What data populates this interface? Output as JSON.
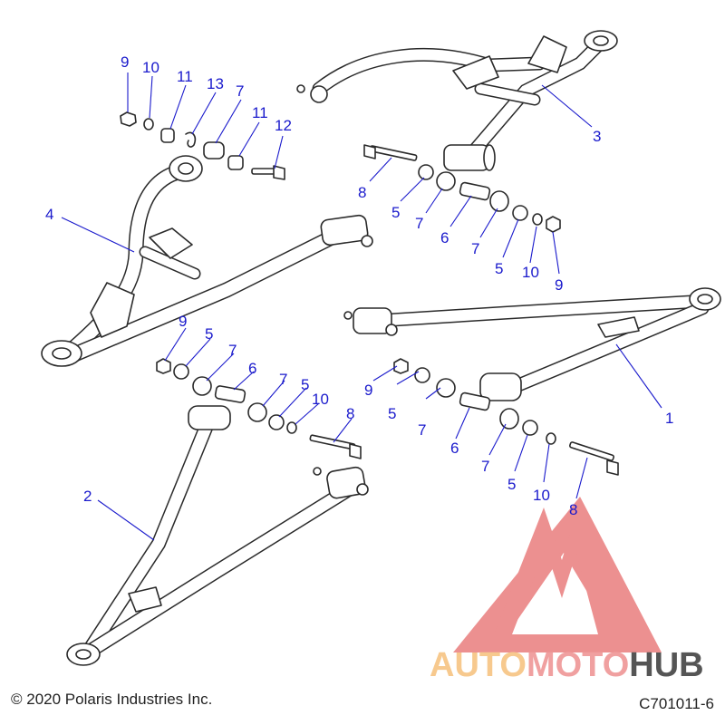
{
  "diagram": {
    "callouts": [
      {
        "id": "c-9a",
        "label": "9"
      },
      {
        "id": "c-10a",
        "label": "10"
      },
      {
        "id": "c-11a",
        "label": "11"
      },
      {
        "id": "c-13",
        "label": "13"
      },
      {
        "id": "c-7a",
        "label": "7"
      },
      {
        "id": "c-11b",
        "label": "11"
      },
      {
        "id": "c-12",
        "label": "12"
      },
      {
        "id": "c-3",
        "label": "3"
      },
      {
        "id": "c-8a",
        "label": "8"
      },
      {
        "id": "c-5a",
        "label": "5"
      },
      {
        "id": "c-7b",
        "label": "7"
      },
      {
        "id": "c-6a",
        "label": "6"
      },
      {
        "id": "c-7c",
        "label": "7"
      },
      {
        "id": "c-5b",
        "label": "5"
      },
      {
        "id": "c-10b",
        "label": "10"
      },
      {
        "id": "c-9b",
        "label": "9"
      },
      {
        "id": "c-4",
        "label": "4"
      },
      {
        "id": "c-9c",
        "label": "9"
      },
      {
        "id": "c-5c",
        "label": "5"
      },
      {
        "id": "c-7d",
        "label": "7"
      },
      {
        "id": "c-6b",
        "label": "6"
      },
      {
        "id": "c-7e",
        "label": "7"
      },
      {
        "id": "c-5d",
        "label": "5"
      },
      {
        "id": "c-10c",
        "label": "10"
      },
      {
        "id": "c-8b",
        "label": "8"
      },
      {
        "id": "c-9d",
        "label": "9"
      },
      {
        "id": "c-5e",
        "label": "5"
      },
      {
        "id": "c-7f",
        "label": "7"
      },
      {
        "id": "c-6c",
        "label": "6"
      },
      {
        "id": "c-7g",
        "label": "7"
      },
      {
        "id": "c-5f",
        "label": "5"
      },
      {
        "id": "c-10d",
        "label": "10"
      },
      {
        "id": "c-8c",
        "label": "8"
      },
      {
        "id": "c-1",
        "label": "1"
      },
      {
        "id": "c-2",
        "label": "2"
      }
    ]
  },
  "footer": {
    "copyright": "© 2020 Polaris Industries Inc.",
    "diagram_code": "C701011-6"
  },
  "watermark": {
    "word_part1": "AUTO",
    "word_part2": "MOTO",
    "word_part3": "HUB",
    "color_light": "#f7c98e",
    "color_mid": "#f0a0a0",
    "color_dark": "#555555",
    "mark_color": "#e25555"
  },
  "colors": {
    "callout": "#1a1acc",
    "line": "#2a2a2a"
  }
}
